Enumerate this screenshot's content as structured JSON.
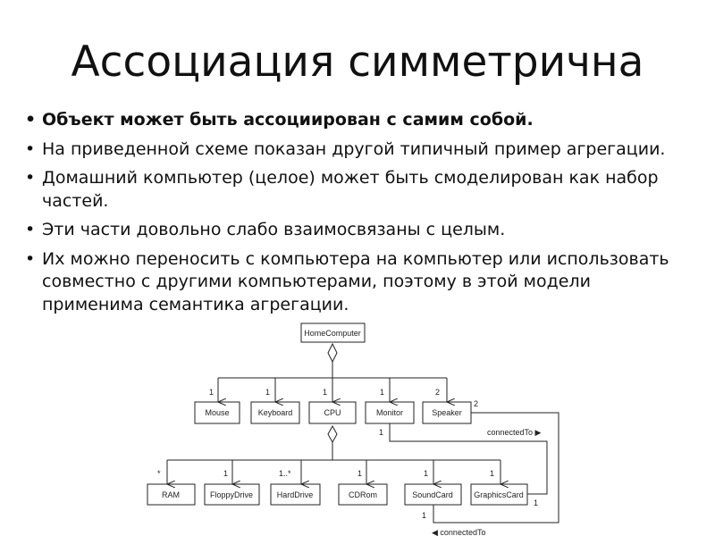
{
  "title": "Ассоциация симметрична",
  "bullets": [
    "Объект может быть ассоциирован с самим собой.",
    "На приведенной схеме показан другой типичный пример агрегации.",
    "Домашний компьютер (целое) может быть смоделирован как набор частей.",
    "Эти части довольно слабо взаимосвязаны с целым.",
    "Их можно переносить с компьютера на компьютер или использовать совместно с другими компьютерами, поэтому в этой модели применима семантика агрегации."
  ],
  "diagram": {
    "root": "HomeComputer",
    "row1": [
      "Mouse",
      "Keyboard",
      "CPU",
      "Monitor",
      "Speaker"
    ],
    "row1_mult": [
      "1",
      "1",
      "1",
      "1",
      "2"
    ],
    "row2": [
      "RAM",
      "FloppyDrive",
      "HardDrive",
      "CDRom",
      "SoundCard",
      "GraphicsCard"
    ],
    "row2_mult": [
      "*",
      "1",
      "1..*",
      "1",
      "1",
      "1"
    ],
    "speaker_end": "2",
    "monitor_end": "1",
    "graphics_end": "1",
    "soundcard_end": "1",
    "connected_top": "connectedTo ▶",
    "connected_bottom": "◀ connectedTo"
  }
}
